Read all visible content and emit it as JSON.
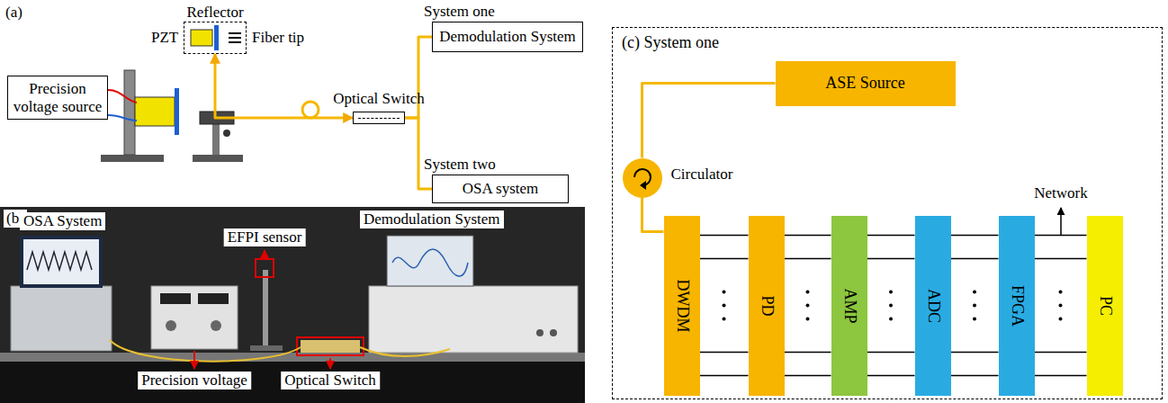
{
  "diagram": {
    "nodes": [
      {
        "text": [
          "Reflector"
        ]
      },
      {
        "text": [
          "Precision voltage source"
        ]
      },
      {
        "text": [
          "Optical Switch"
        ]
      },
      {
        "text": [
          "System one",
          "Demodulation System"
        ]
      },
      {
        "text": [
          "System two",
          "OSA system"
        ]
      },
      {
        "text": [
          "(c) System one"
        ]
      },
      {
        "text": [
          "ASE Source"
        ],
        "in": 5
      },
      {
        "text": [
          "Circulator"
        ],
        "in": 5
      },
      {
        "text": [
          "DWDM"
        ],
        "in": 5
      },
      {
        "text": [
          "PD"
        ],
        "in": 5
      },
      {
        "text": [
          "AMP"
        ],
        "in": 5
      },
      {
        "text": [
          "ADC"
        ],
        "in": 5
      },
      {
        "text": [
          "FPGA"
        ],
        "in": 5
      },
      {
        "text": [
          "PC"
        ],
        "in": 5
      }
    ],
    "edges": [
      {
        "from": 0,
        "to": 2,
        "arrow": "both"
      },
      {
        "from": 2,
        "to": 3,
        "arrow": "none"
      },
      {
        "from": 2,
        "to": 4,
        "arrow": "none"
      },
      {
        "from": 6,
        "to": 7,
        "arrow": "none"
      },
      {
        "from": 7,
        "to": 8,
        "arrow": "none"
      },
      {
        "from": 8,
        "to": 9,
        "arrow": "none"
      },
      {
        "from": 9,
        "to": 10,
        "arrow": "none"
      },
      {
        "from": 10,
        "to": 11,
        "arrow": "none"
      },
      {
        "from": 11,
        "to": 12,
        "arrow": "none"
      },
      {
        "from": 12,
        "to": 13,
        "arrow": "none"
      }
    ],
    "labels": [
      "(a)",
      "PZT",
      "Fiber tip",
      "(b)",
      "OSA System",
      "EFPI sensor",
      "Demodulation System",
      "Precision voltage",
      "Optical Switch",
      "Network"
    ]
  }
}
